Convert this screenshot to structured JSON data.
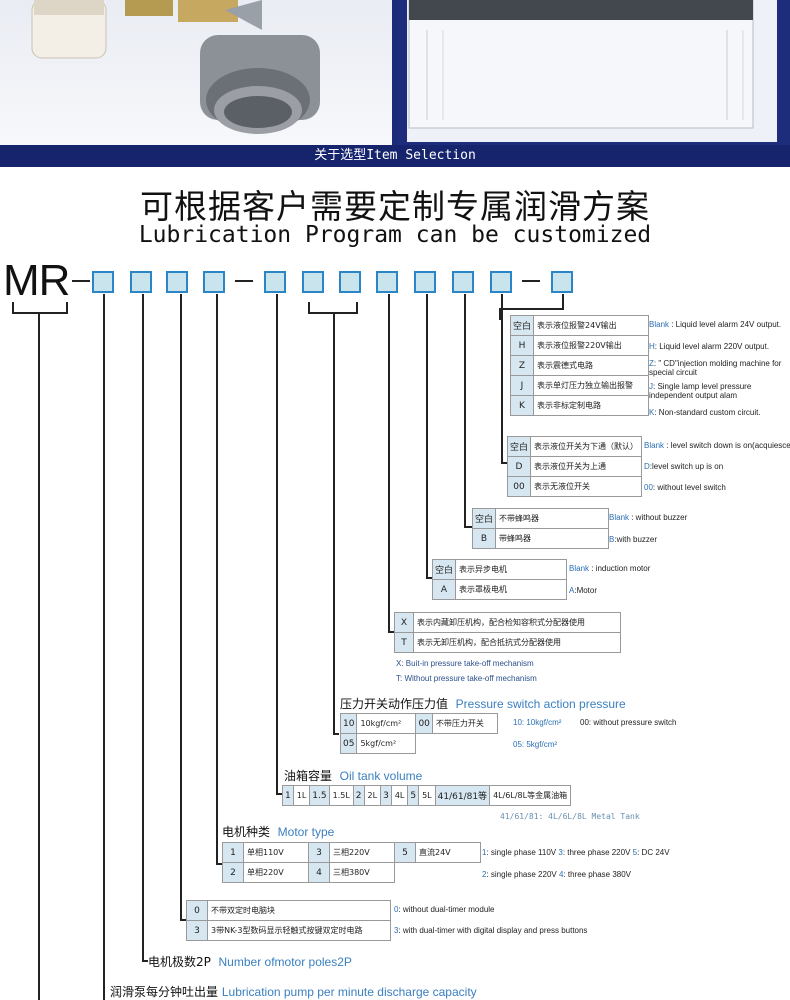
{
  "banner": "关于选型Item Selection",
  "title_cn": "可根据客户需要定制专属润滑方案",
  "title_en": "Lubrication Program can be customized",
  "model_prefix": "MR",
  "circuit": {
    "rows": [
      {
        "code": "空白",
        "cn": "表示液位报警24V输出",
        "key": "Blank",
        "en": " : Liquid level alarm 24V output."
      },
      {
        "code": "H",
        "cn": "表示液位报警220V输出",
        "key": "H",
        "en": ": Liquid level alarm 220V output."
      },
      {
        "code": "Z",
        "cn": "表示震德式电路",
        "key": "Z",
        "en": ": \" CD\"injection molding machine for special circuit"
      },
      {
        "code": "J",
        "cn": "表示单灯压力独立输出报警",
        "key": "J",
        "en": ": Single lamp level pressure independent output alam"
      },
      {
        "code": "K",
        "cn": "表示非标定制电路",
        "key": "K",
        "en": ": Non-standard custom circuit."
      }
    ]
  },
  "level_switch": {
    "rows": [
      {
        "code": "空白",
        "cn": "表示液位开关为下通（默认）",
        "key": "Blank",
        "en": " : level switch down is on(acquiesce in)"
      },
      {
        "code": "D",
        "cn": "表示液位开关为上通",
        "key": "D",
        "en": ":level switch up is on"
      },
      {
        "code": "00",
        "cn": "表示无液位开关",
        "key": "00",
        "en": ": without level switch"
      }
    ]
  },
  "buzzer": {
    "rows": [
      {
        "code": "空白",
        "cn": "不带蜂鸣器",
        "key": "Blank",
        "en": " : without buzzer"
      },
      {
        "code": "B",
        "cn": "带蜂鸣器",
        "key": "B",
        "en": ":with buzzer"
      }
    ]
  },
  "motor_kind": {
    "rows": [
      {
        "code": "空白",
        "cn": "表示异步电机",
        "key": "Blank",
        "en": " : induction motor"
      },
      {
        "code": "A",
        "cn": "表示罩极电机",
        "key": "A",
        "en": ":Motor"
      }
    ]
  },
  "unloading": {
    "rows": [
      {
        "code": "X",
        "cn": "表示内藏卸压机构，配合检知容积式分配器使用"
      },
      {
        "code": "T",
        "cn": "表示无卸压机构，配合抵抗式分配器使用"
      }
    ],
    "note1": "X: Buit-in pressure take-off mechanism",
    "note2": "T: Without pressure take-off mechanism"
  },
  "pressure": {
    "header_cn": "压力开关动作压力值",
    "header_en": "Pressure switch action pressure",
    "r1": [
      "10",
      "10kgf/cm²",
      "00",
      "不带压力开关"
    ],
    "r2": [
      "05",
      "5kgf/cm²"
    ],
    "en1": "10: 10kgf/cm²",
    "en2": "00: without pressure switch",
    "en3": "05: 5kgf/cm²"
  },
  "tank": {
    "header_cn": "油箱容量",
    "header_en": "Oil tank volume",
    "cells": [
      "1",
      "1L",
      "1.5",
      "1.5L",
      "2",
      "2L",
      "3",
      "4L",
      "5",
      "5L",
      "41/61/81等",
      "4L/6L/8L等金属油箱"
    ],
    "note": "41/61/81:  4L/6L/8L Metal Tank"
  },
  "motor_type": {
    "header_cn": "电机种类",
    "header_en": "Motor type",
    "r1": [
      "1",
      "单相110V",
      "3",
      "三相220V",
      "5",
      "直流24V"
    ],
    "r2": [
      "2",
      "单相220V",
      "4",
      "三相380V"
    ],
    "en1": [
      "1",
      ": single phase 110V  ",
      "3",
      ": three phase 220V  ",
      "5",
      ": DC 24V"
    ],
    "en2": [
      "2",
      ": single phase 220V  ",
      "4",
      ": three phase 380V"
    ]
  },
  "timer": {
    "rows": [
      {
        "code": "0",
        "cn": "不带双定时电脑块",
        "key": "0",
        "en": ": without dual-timer module"
      },
      {
        "code": "3",
        "cn": "3带NK-3型数码显示轻触式按键双定时电路",
        "key": "3",
        "en": ": with dual-timer with digital display and press buttons"
      }
    ]
  },
  "poles": {
    "cn": "电机极数2P",
    "en": "Number ofmotor poles2P"
  },
  "discharge": {
    "cn": "润滑泵每分钟吐出量",
    "en": "Lubrication pump per minute discharge capacity"
  }
}
